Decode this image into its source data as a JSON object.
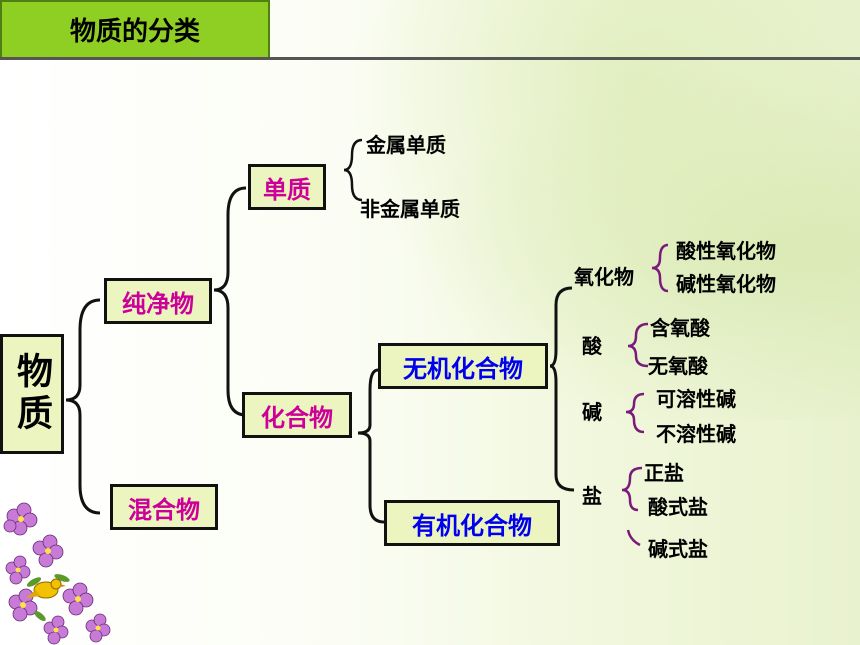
{
  "title": "物质的分类",
  "root": "物质",
  "level1": {
    "pure": "纯净物",
    "mixture": "混合物"
  },
  "level2": {
    "element": "单质",
    "compound": "化合物"
  },
  "elements": [
    "金属单质",
    "非金属单质"
  ],
  "compounds": {
    "inorganic": "无机化合物",
    "organic": "有机化合物"
  },
  "inorganic_types": {
    "oxide": "氧化物",
    "acid": "酸",
    "base": "碱",
    "salt": "盐"
  },
  "oxides": [
    "酸性氧化物",
    "碱性氧化物"
  ],
  "acids": [
    "含氧酸",
    "无氧酸"
  ],
  "bases": [
    "可溶性碱",
    "不溶性碱"
  ],
  "salts": [
    "正盐",
    "酸式盐",
    "碱式盐"
  ],
  "colors": {
    "title_bg": "#8fcf24",
    "node_bg": "#ecf5bf",
    "magenta": "#cc0099",
    "blue": "#0000ee",
    "brace_purple": "#7a1a7a"
  }
}
